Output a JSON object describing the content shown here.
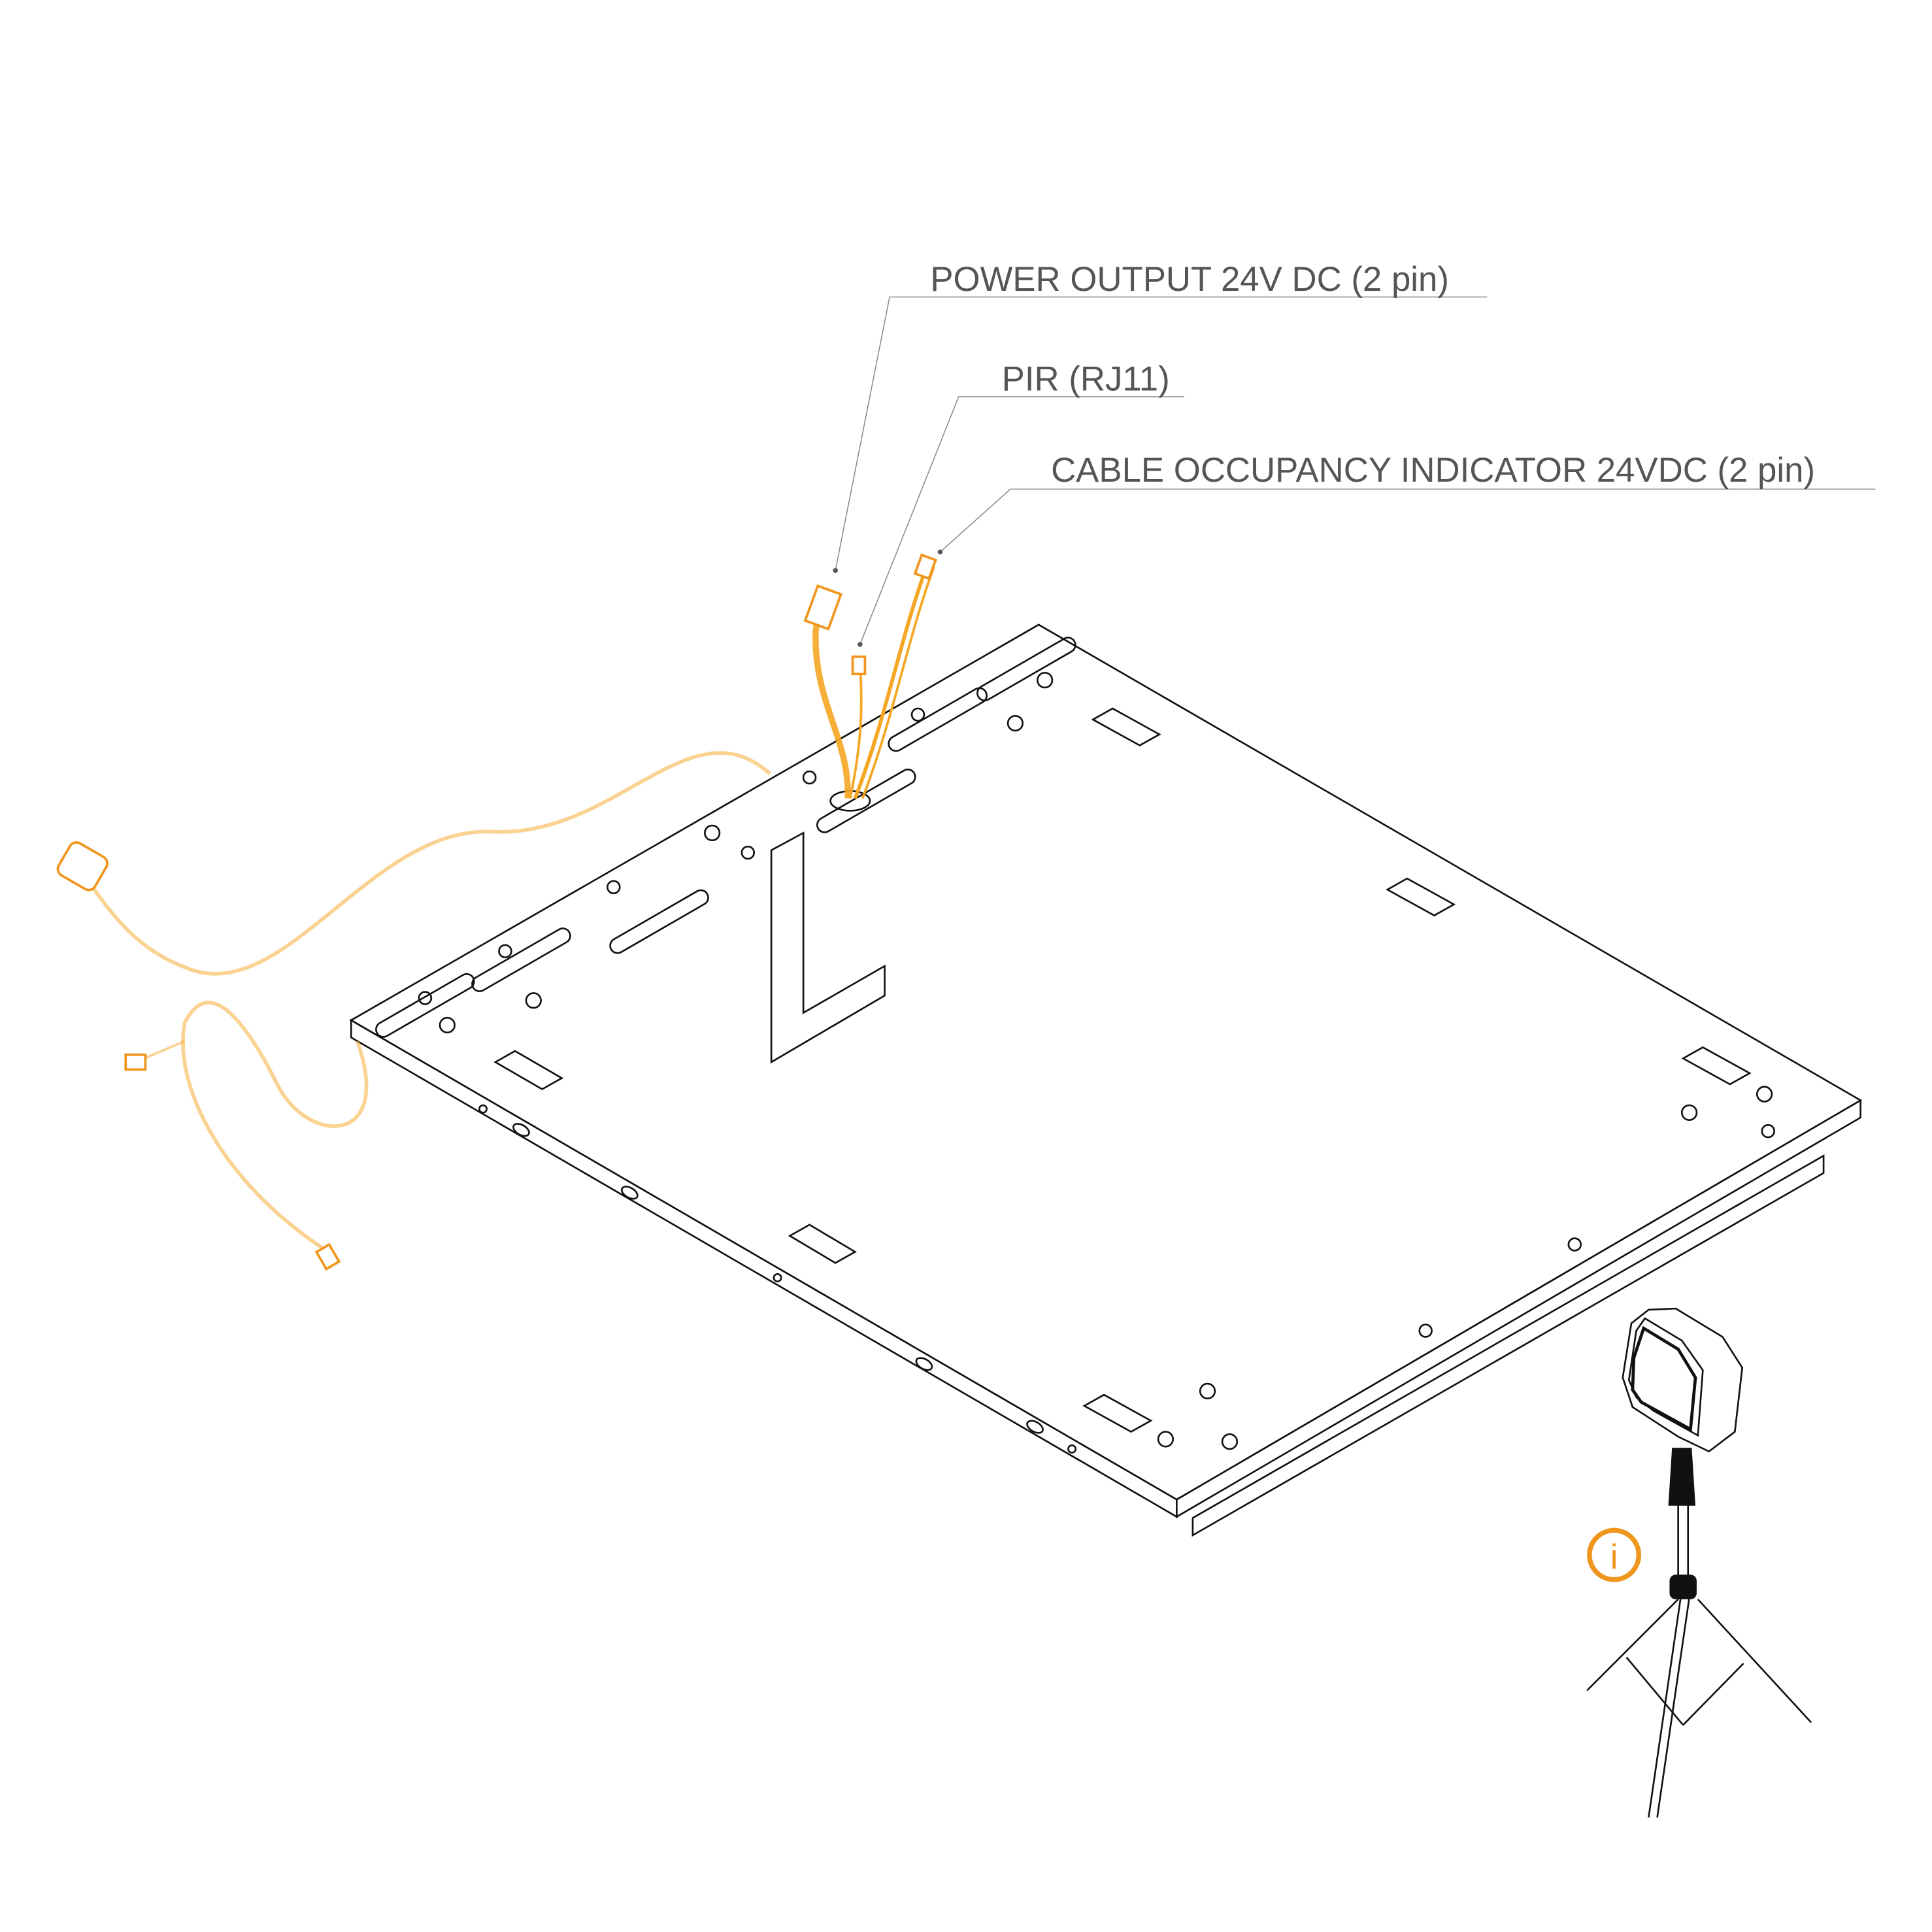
{
  "callouts": {
    "power_output": "POWER OUTPUT 24V DC (2 pin)",
    "pir": "PIR (RJ11)",
    "cable_occupancy": "CABLE OCCUPANCY INDICATOR 24VDC (2 pin)"
  },
  "info_icon": {
    "glyph": "i",
    "color": "#F0961E"
  },
  "colors": {
    "cable": "#F5A623",
    "text": "#555555",
    "line": "#111111"
  }
}
